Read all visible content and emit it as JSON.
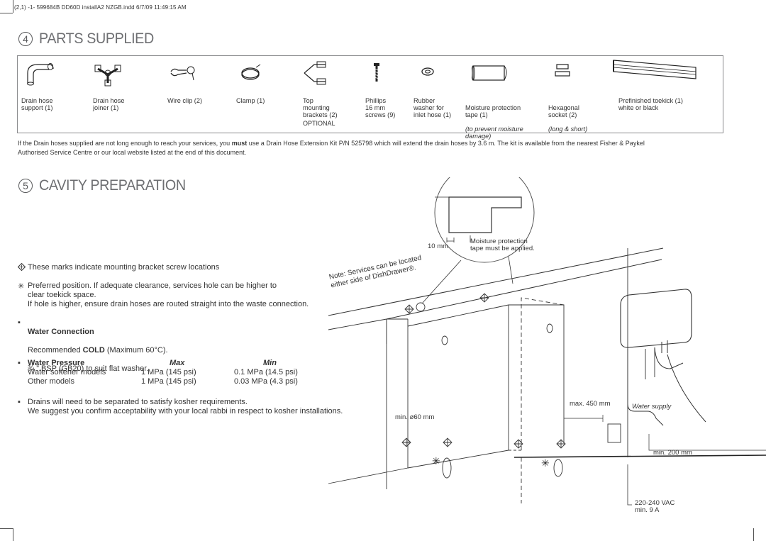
{
  "file_header": "(2,1)  -1- 599684B DD60D installA2 NZGB.indd 6/7/09 11:49:15 AM",
  "section4": {
    "number": "4",
    "title": "PARTS SUPPLIED"
  },
  "parts": [
    {
      "name": "Drain hose\nsupport (1)",
      "icon": "drain-hose-support-icon"
    },
    {
      "name": "Drain hose\njoiner (1)",
      "icon": "drain-hose-joiner-icon"
    },
    {
      "name": "Wire clip (2)",
      "icon": "wire-clip-icon"
    },
    {
      "name": "Clamp (1)",
      "icon": "clamp-icon"
    },
    {
      "name": "Top\nmounting\nbrackets (2)",
      "icon": "top-mounting-bracket-icon"
    },
    {
      "name": "Phillips\n16 mm\nscrews (9)",
      "icon": "screw-icon"
    },
    {
      "name": "Rubber\nwasher for\ninlet hose (1)",
      "icon": "rubber-washer-icon"
    },
    {
      "name": "Moisture protection\ntape (1)",
      "note": "(to prevent moisture\ndamage)",
      "icon": "moisture-tape-icon"
    },
    {
      "name": "Hexagonal\nsocket (2)",
      "note": "(long & short)",
      "icon": "hexagonal-socket-icon"
    },
    {
      "name": "Prefinished toekick (1)\nwhite or black",
      "icon": "toekick-icon"
    }
  ],
  "optional_label": "OPTIONAL",
  "drain_note": {
    "before": "If the Drain hoses supplied are not long enough to reach your services, you ",
    "must": "must",
    "after": " use a Drain Hose Extension Kit P/N 525798 which will extend the drain hoses by 3.6 m. The kit is available from the nearest Fisher & Paykel Authorised Service Centre or our local website listed at the end of this document."
  },
  "section5": {
    "number": "5",
    "title": "CAVITY PREPARATION"
  },
  "legend": {
    "mounting_marks": "These marks indicate mounting bracket screw locations",
    "preferred": "Preferred position. If adequate clearance, services hole can be higher to\nclear toekick space.\nIf hole is higher, ensure drain hoses are routed straight into the waste connection."
  },
  "water_connection": {
    "heading": "Water Connection",
    "recommended_prefix": "Recommended ",
    "cold": "COLD",
    "recommended_suffix": " (Maximum 60°C).",
    "bsp": "¾ ” BSP (GB20) to suit flat washer."
  },
  "water_pressure": {
    "heading": "Water Pressure",
    "col_max": "Max",
    "col_min": "Min",
    "rows": [
      {
        "label": "Water softener models",
        "max": "1 MPa (145 psi)",
        "min": "0.1 MPa (14.5 psi)"
      },
      {
        "label": "Other models",
        "max": "1 MPa (145 psi)",
        "min": "0.03 MPa (4.3 psi)"
      }
    ]
  },
  "kosher": "Drains will need to be separated to satisfy kosher requirements.\nWe suggest you confirm acceptability with your local rabbi in respect to kosher installations.",
  "diagram": {
    "moisture_note": "Moisture protection\ntape must be applied.",
    "dim_10mm": "10 mm",
    "services_note_1": "Note: Services can be located",
    "services_note_2": "either side of DishDrawer®.",
    "max_450": "max. 450 mm",
    "water_supply": "Water supply",
    "min_60": "min. ø60 mm",
    "min_200": "min. 200 mm",
    "power": "220-240 VAC\nmin. 9 A"
  }
}
